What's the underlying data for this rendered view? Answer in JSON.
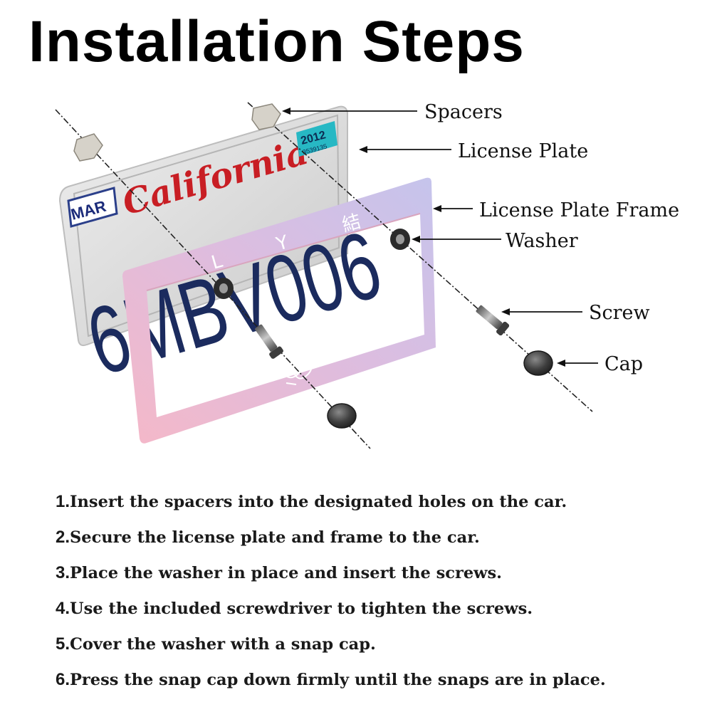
{
  "title": "Installation Steps",
  "labels": {
    "spacers": "Spacers",
    "license_plate": "License Plate",
    "license_plate_frame": "License Plate Frame",
    "washer": "Washer",
    "screw": "Screw",
    "cap": "Cap"
  },
  "plate": {
    "month": "MAR",
    "state": "California",
    "year_sticker": "2012",
    "sticker_number": "3539135",
    "plate_number": "6MBV006"
  },
  "frame": {
    "top_text": "L Y 結"
  },
  "steps": [
    {
      "num": "1.",
      "text": "Insert the spacers into the designated holes on the car."
    },
    {
      "num": "2.",
      "text": "Secure the license plate and frame to the car."
    },
    {
      "num": "3.",
      "text": "Place the washer in place and insert the screws."
    },
    {
      "num": "4.",
      "text": "Use the included screwdriver to tighten the screws."
    },
    {
      "num": "5.",
      "text": "Cover the washer with a snap cap."
    },
    {
      "num": "6.",
      "text": "Press the snap cap down firmly until the snaps are in place."
    }
  ],
  "colors": {
    "plate_text": "#1b2b5e",
    "state_red": "#c81e24",
    "sticker": "#27b8c4",
    "frame_pink": "#f2b6cc",
    "frame_lavender": "#c6c2ea",
    "hardware": "#4a4a4a"
  }
}
